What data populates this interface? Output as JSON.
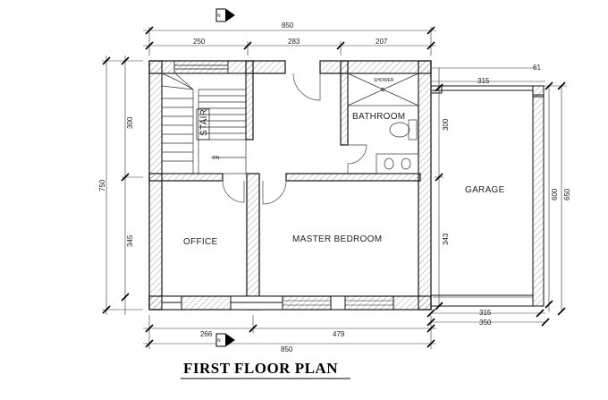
{
  "plan": {
    "title": "FIRST FLOOR PLAN",
    "north_label": "N",
    "rooms": {
      "stair": "STAIR",
      "bathroom": "BATHROOM",
      "shower": "SHOWER",
      "office": "OFFICE",
      "master_bedroom": "MASTER BEDROOM",
      "garage": "GARAGE",
      "dn": "DN"
    },
    "dims": {
      "top_total": "850",
      "top_1": "250",
      "top_2": "283",
      "top_3": "207",
      "bottom_1": "266",
      "bottom_2": "479",
      "bottom_total": "850",
      "left_total": "750",
      "left_1": "300",
      "left_2": "345",
      "mid_1": "300",
      "mid_2": "343",
      "garage_top": "315",
      "garage_corner": "61",
      "garage_bottom_1": "315",
      "garage_bottom_2": "350",
      "garage_right_1": "600",
      "garage_right_2": "650"
    }
  }
}
